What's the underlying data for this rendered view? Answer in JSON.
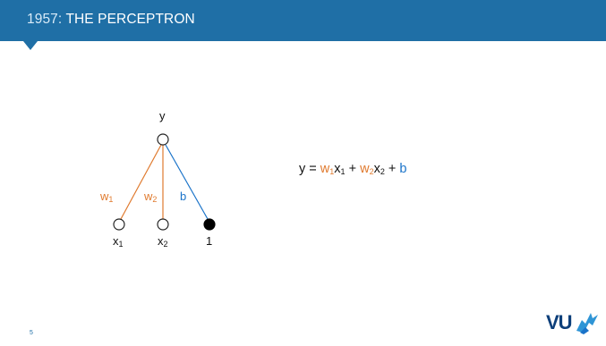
{
  "header": {
    "year": "1957:",
    "title": "THE PERCEPTRON"
  },
  "diagram": {
    "output_label": "y",
    "inputs": [
      {
        "label": "x",
        "sub": "1",
        "filled": false
      },
      {
        "label": "x",
        "sub": "2",
        "filled": false
      },
      {
        "label": "1",
        "sub": "",
        "filled": true
      }
    ],
    "edge_labels": [
      {
        "label": "w",
        "sub": "1",
        "color": "#e07a2e"
      },
      {
        "label": "w",
        "sub": "2",
        "color": "#e07a2e"
      },
      {
        "label": "b",
        "sub": "",
        "color": "#1a73c9"
      }
    ]
  },
  "equation": {
    "lhs": "y =",
    "w1": "w",
    "w1_sub": "1",
    "x1": "x",
    "x1_sub": "1",
    "plus1": "+",
    "w2": "w",
    "w2_sub": "2",
    "x2": "x",
    "x2_sub": "2",
    "plus2": "+",
    "b": "b"
  },
  "footer": {
    "slide_number": "5",
    "logo_text": "VU"
  },
  "colors": {
    "header": "#1f6fa6",
    "weight": "#e07a2e",
    "bias": "#1a73c9",
    "logo": "#0d3f7a"
  }
}
